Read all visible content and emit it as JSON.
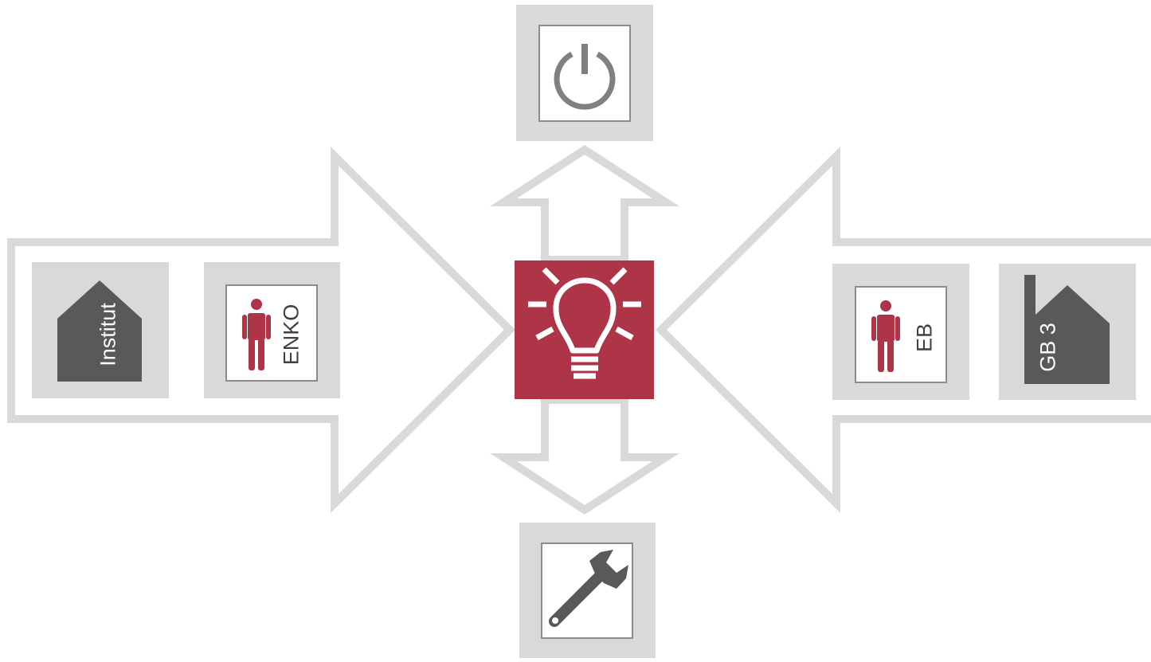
{
  "colors": {
    "frame": "#d9d9d9",
    "icon_dark": "#595959",
    "power_icon": "#808080",
    "accent": "#ae3448",
    "white": "#ffffff",
    "label_dark": "#404040"
  },
  "left_group": {
    "house_label": "Institut",
    "person_label": "ENKO",
    "house_icon": "house-icon",
    "person_icon": "person-icon"
  },
  "right_group": {
    "person_label": "EB",
    "house_label": "GB 3",
    "house_icon": "house-icon",
    "person_icon": "person-icon"
  },
  "center": {
    "icon": "lightbulb-icon"
  },
  "top": {
    "icon": "power-icon"
  },
  "bottom": {
    "icon": "wrench-icon"
  }
}
